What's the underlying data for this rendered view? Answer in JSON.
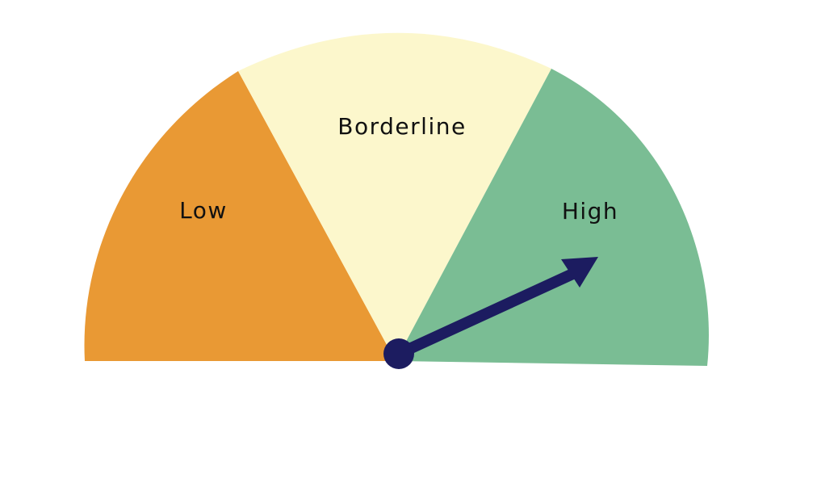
{
  "gauge": {
    "segments": [
      {
        "key": "low",
        "label": "Low",
        "color": "#E99934"
      },
      {
        "key": "borderline",
        "label": "Borderline",
        "color": "#FCF7CC"
      },
      {
        "key": "high",
        "label": "High",
        "color": "#7ABD94"
      }
    ],
    "needle": {
      "color": "#1C1C60",
      "pointing_to": "High"
    }
  }
}
